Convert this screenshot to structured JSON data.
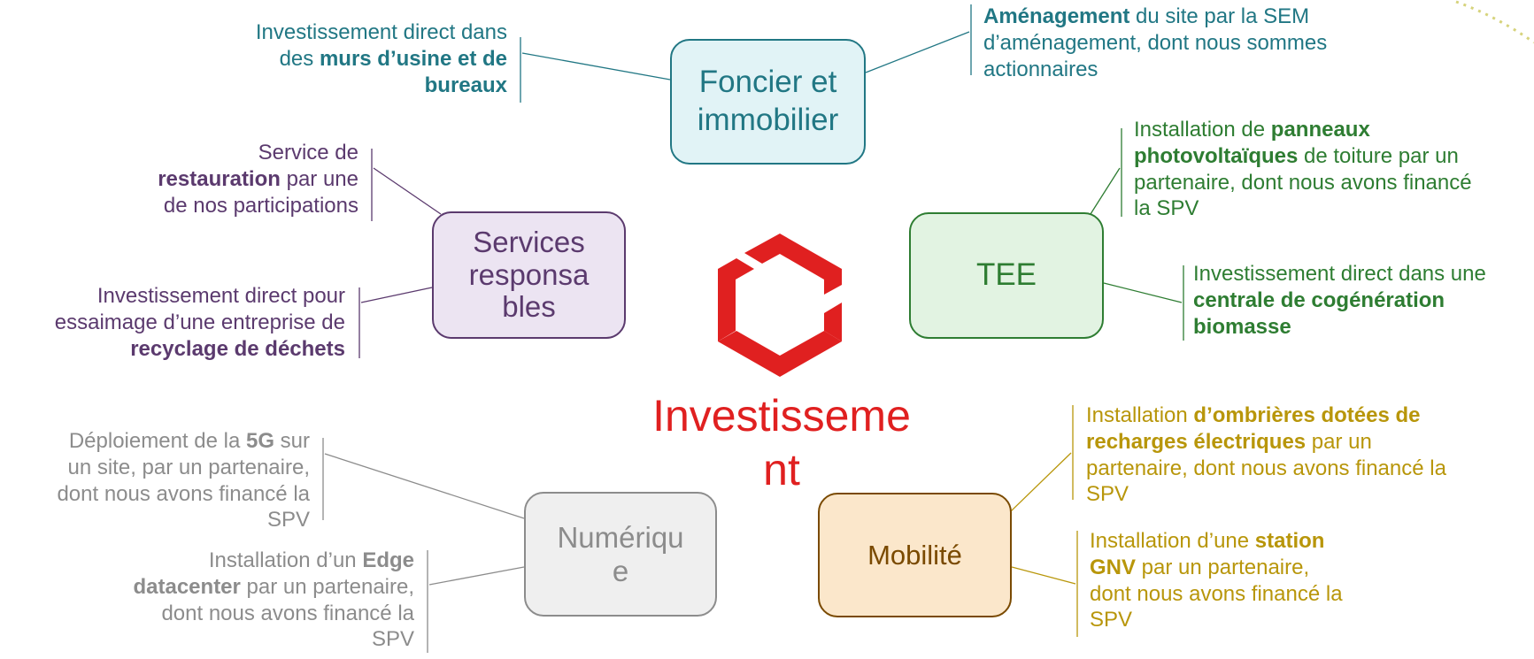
{
  "colors": {
    "teal": "#217784",
    "green": "#2e7d32",
    "purple": "#5b3a6e",
    "grey": "#8c8c8c",
    "gold": "#b8960a",
    "brown": "#7a4a00",
    "red": "#e02020"
  },
  "center": {
    "label_line1": "Investisseme",
    "label_line2": "nt",
    "logo": "hexagon-logo"
  },
  "nodes": {
    "foncier": {
      "line1": "Foncier et",
      "line2": "immobilier"
    },
    "tee": {
      "label": "TEE"
    },
    "services": {
      "line1": "Services",
      "line2": "responsa",
      "line3": "bles"
    },
    "numerique": {
      "line1": "Numériqu",
      "line2": "e"
    },
    "mobilite": {
      "label": "Mobilité"
    }
  },
  "notes": {
    "foncier_left": {
      "t1": "Investissement direct dans",
      "t2": "des ",
      "b1": "murs d’usine et de",
      "b2": "bureaux"
    },
    "foncier_right": {
      "b1": "Aménagement",
      "t1": " du site par la SEM",
      "t2": "d’aménagement, dont nous sommes",
      "t3": "actionnaires"
    },
    "tee_top": {
      "t1": "Installation de ",
      "b1": "panneaux",
      "b2": "photovoltaïques",
      "t2": " de toiture par un",
      "t3": "partenaire, dont nous avons financé",
      "t4": "la SPV"
    },
    "tee_bottom": {
      "t1": "Investissement direct dans une",
      "b1": "centrale de cogénération",
      "b2": "biomasse"
    },
    "services_top": {
      "t1": "Service de",
      "b1": "restauration",
      "t2": " par une",
      "t3": "de nos participations"
    },
    "services_bottom": {
      "t1": "Investissement direct pour",
      "t2": "essaimage d’une entreprise de",
      "b1": "recyclage de déchets"
    },
    "numerique_top": {
      "t1": "Déploiement de la ",
      "b1": "5G",
      "t2": " sur",
      "t3": "un site, par un partenaire,",
      "t4": "dont nous avons financé la",
      "t5": "SPV"
    },
    "numerique_bottom": {
      "t1": "Installation d’un ",
      "b1": "Edge",
      "b2": "datacenter",
      "t2": " par un partenaire,",
      "t3": "dont nous avons financé la",
      "t4": "SPV"
    },
    "mobilite_top": {
      "t1": "Installation ",
      "b1": "d’ombrières dotées de",
      "b2": "recharges électriques",
      "t2": " par un",
      "t3": "partenaire, dont nous avons financé la",
      "t4": "SPV"
    },
    "mobilite_bottom": {
      "t1": "Installation d’une ",
      "b1": "station",
      "b2": "GNV",
      "t2": " par un partenaire,",
      "t3": "dont nous avons financé la",
      "t4": "SPV"
    }
  }
}
